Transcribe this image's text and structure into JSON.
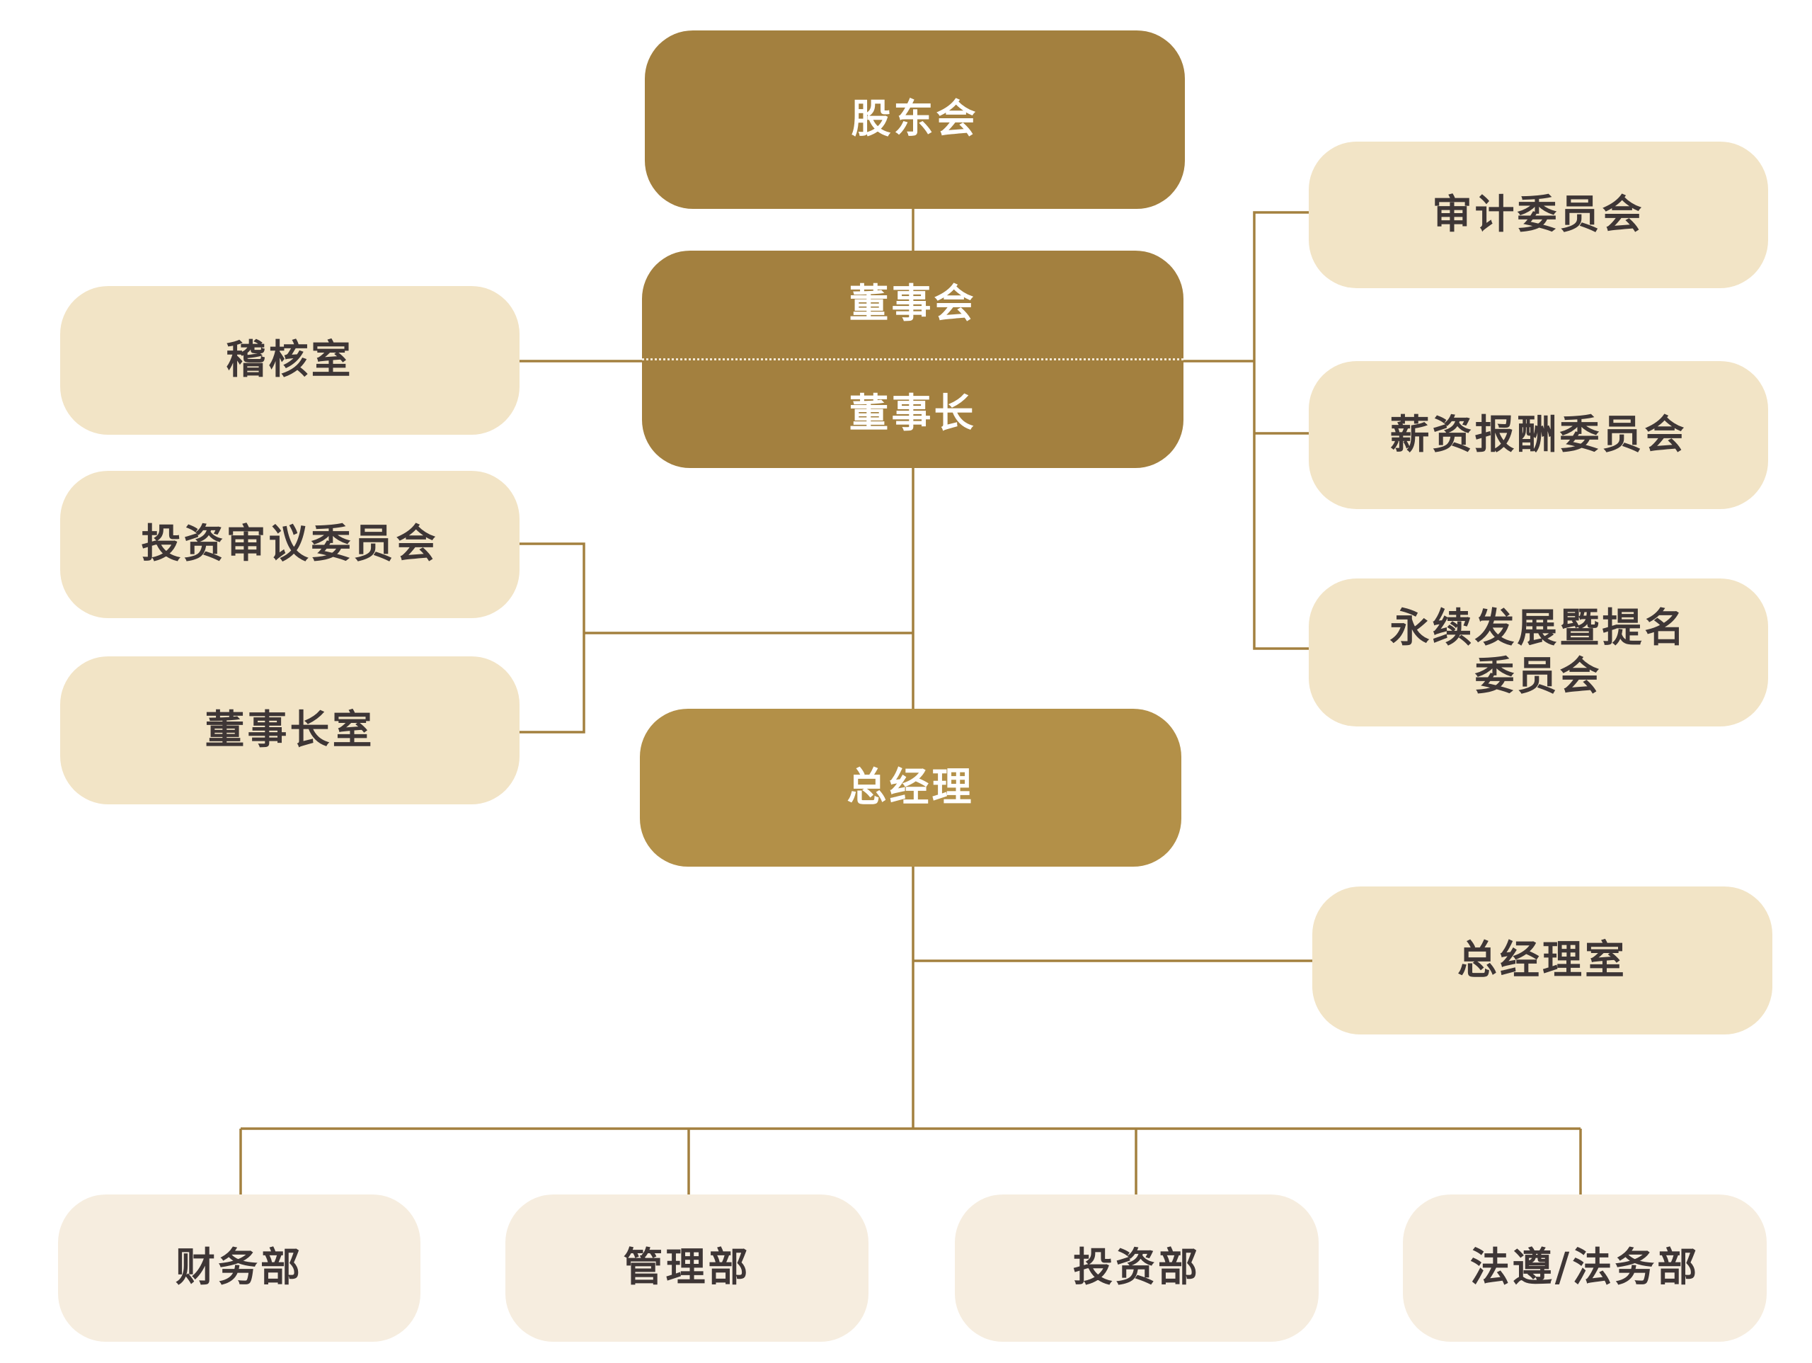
{
  "colors": {
    "dark": "#A3803F",
    "mid": "#B39048",
    "light": "#F2E4C6",
    "pale": "#F6EDDF",
    "line": "#A3803F",
    "text": "#3e3636"
  },
  "nodes": {
    "shareholders": "股东会",
    "board": "董事会",
    "chairman": "董事长",
    "audit_office": "稽核室",
    "investment_review": "投资审议委员会",
    "chairman_office": "董事长室",
    "general_manager": "总经理",
    "audit_committee": "审计委员会",
    "compensation_committee": "薪资报酬委员会",
    "sustainability_line1": "永续发展暨提名",
    "sustainability_line2": "委员会",
    "gm_office": "总经理室",
    "departments": [
      "财务部",
      "管理部",
      "投资部",
      "法遵/法务部"
    ]
  }
}
